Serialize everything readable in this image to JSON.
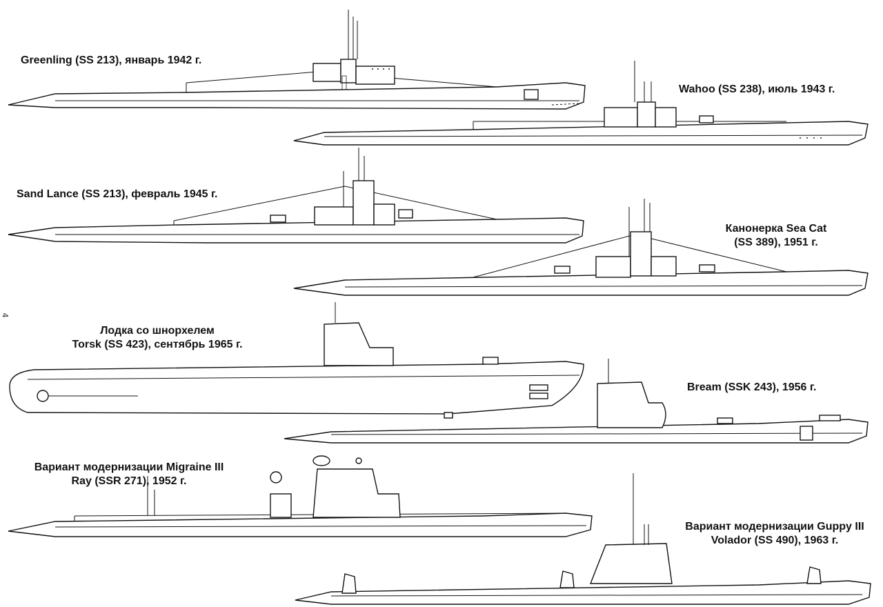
{
  "page_number": "4",
  "submarines": [
    {
      "lines": [
        "Greenling (SS 213), январь 1942 г."
      ]
    },
    {
      "lines": [
        "Wahoo (SS 238), июль 1943 г."
      ]
    },
    {
      "lines": [
        "Sand Lance (SS 213), февраль 1945 г."
      ]
    },
    {
      "lines": [
        "Канонерка Sea Cat",
        "(SS 389), 1951  г."
      ]
    },
    {
      "lines": [
        "Лодка со шнорхелем",
        "Torsk (SS 423), сентябрь 1965 г."
      ]
    },
    {
      "lines": [
        "Bream (SSK 243), 1956 г."
      ]
    },
    {
      "lines": [
        "Вариант модернизации Migraine III",
        "Ray (SSR 271), 1952 г."
      ]
    },
    {
      "lines": [
        "Вариант модернизации Guppy  III",
        "Volador (SS 490), 1963 г."
      ]
    }
  ]
}
